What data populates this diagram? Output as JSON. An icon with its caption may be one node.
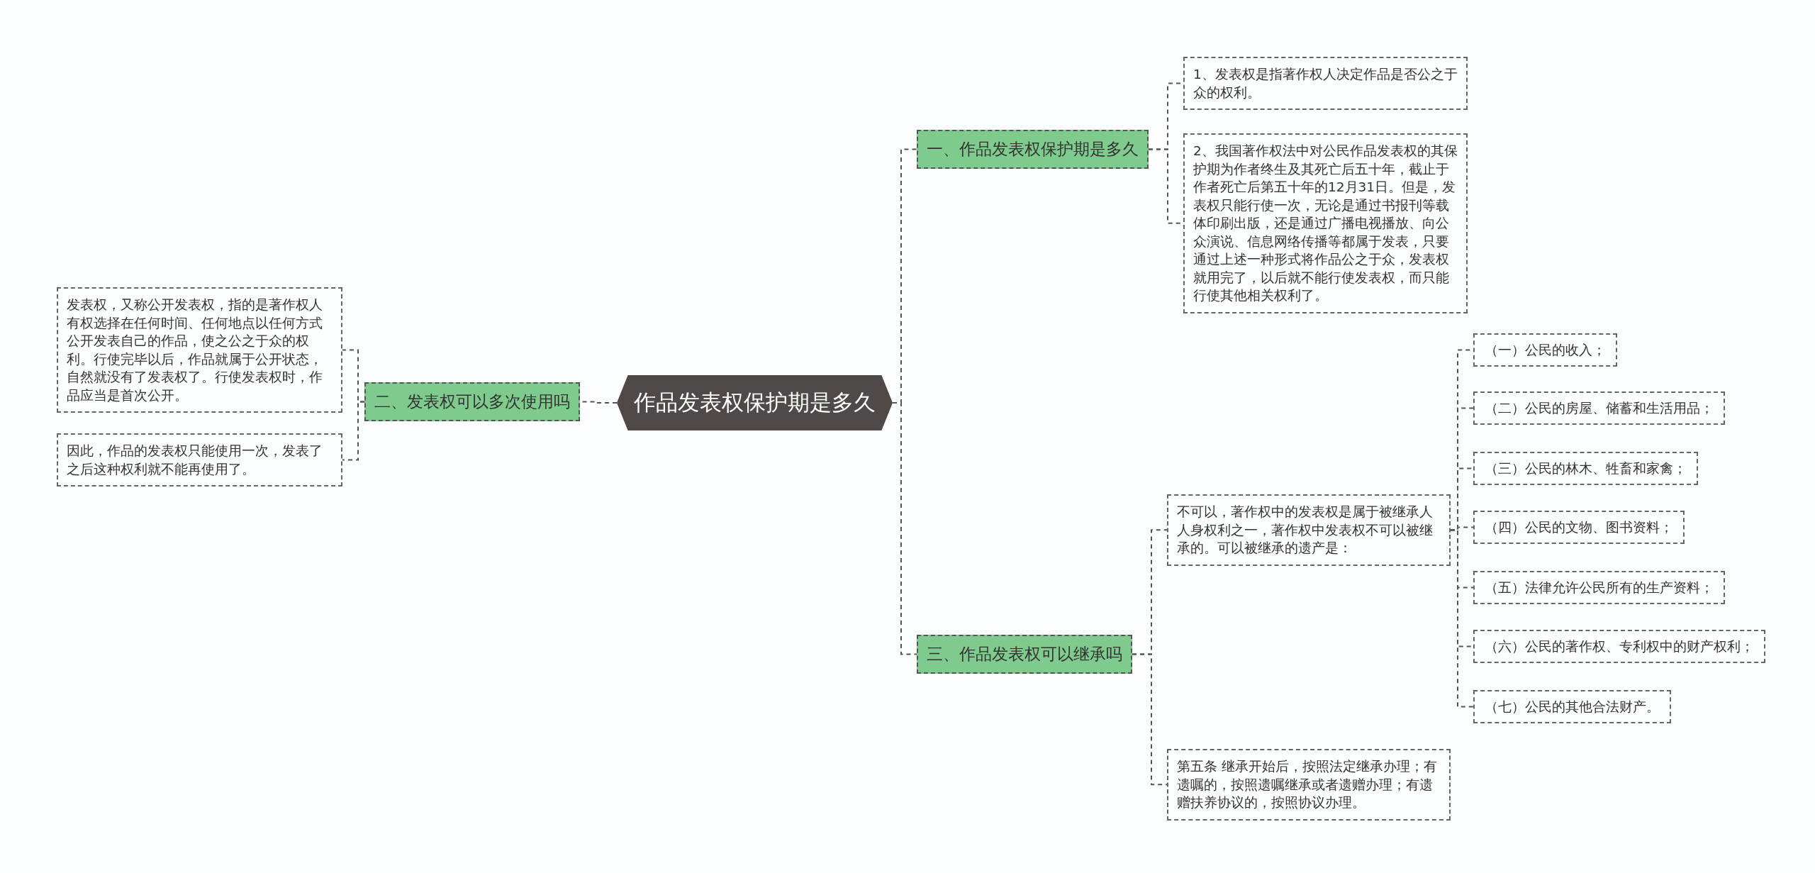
{
  "diagram": {
    "nodes": [
      {
        "text": [
          "作品发表权保护期是多久"
        ]
      },
      {
        "text": [
          "一、作品发表权保护期是多久"
        ]
      },
      {
        "text": [
          "1、发表权是指著作权人决定作品是否公之于众的权利。"
        ]
      },
      {
        "text": [
          "2、我国著作权法中对公民作品发表权的其保护期为作者终生及其死亡后五十年，截止于作者死亡后第五十年的12月31日。但是，发表权只能行使一次，无论是通过书报刊等载体印刷出版，还是通过广播电视播放、向公众演说、信息网络传播等都属于发表，只要通过上述一种形式将作品公之于众，发表权就用完了，以后就不能行使发表权，而只能行使其他相关权利了。"
        ]
      },
      {
        "text": [
          "二、发表权可以多次使用吗"
        ]
      },
      {
        "text": [
          "发表权，又称公开发表权，指的是著作权人有权选择在任何时间、任何地点以任何方式公开发表自己的作品，使之公之于众的权利。行使完毕以后，作品就属于公开状态，自然就没有了发表权了。行使发表权时，作品应当是首次公开。"
        ]
      },
      {
        "text": [
          "因此，作品的发表权只能使用一次，发表了之后这种权利就不能再使用了。"
        ]
      },
      {
        "text": [
          "三、作品发表权可以继承吗"
        ]
      },
      {
        "text": [
          "不可以，著作权中的发表权是属于被继承人人身权利之一，著作权中发表权不可以被继承的。可以被继承的遗产是："
        ]
      },
      {
        "text": [
          "（一）公民的收入；"
        ]
      },
      {
        "text": [
          "（二）公民的房屋、储蓄和生活用品；"
        ]
      },
      {
        "text": [
          "（三）公民的林木、牲畜和家禽；"
        ]
      },
      {
        "text": [
          "（四）公民的文物、图书资料；"
        ]
      },
      {
        "text": [
          "（五）法律允许公民所有的生产资料；"
        ]
      },
      {
        "text": [
          "（六）公民的著作权、专利权中的财产权利；"
        ]
      },
      {
        "text": [
          "（七）公民的其他合法财产。"
        ]
      },
      {
        "text": [
          "第五条 继承开始后，按照法定继承办理；有遗嘱的，按照遗嘱继承或者遗赠办理；有遗赠扶养协议的，按照协议办理。"
        ]
      }
    ],
    "edges": [
      {
        "from": 0,
        "to": 1,
        "arrow": "none",
        "style": "dashed"
      },
      {
        "from": 1,
        "to": 2,
        "arrow": "none",
        "style": "dashed"
      },
      {
        "from": 1,
        "to": 3,
        "arrow": "none",
        "style": "dashed"
      },
      {
        "from": 0,
        "to": 4,
        "arrow": "none",
        "style": "dashed"
      },
      {
        "from": 4,
        "to": 5,
        "arrow": "none",
        "style": "dashed"
      },
      {
        "from": 4,
        "to": 6,
        "arrow": "none",
        "style": "dashed"
      },
      {
        "from": 0,
        "to": 7,
        "arrow": "none",
        "style": "dashed"
      },
      {
        "from": 7,
        "to": 8,
        "arrow": "none",
        "style": "dashed"
      },
      {
        "from": 8,
        "to": 9,
        "arrow": "none",
        "style": "dashed"
      },
      {
        "from": 8,
        "to": 10,
        "arrow": "none",
        "style": "dashed"
      },
      {
        "from": 8,
        "to": 11,
        "arrow": "none",
        "style": "dashed"
      },
      {
        "from": 8,
        "to": 12,
        "arrow": "none",
        "style": "dashed"
      },
      {
        "from": 8,
        "to": 13,
        "arrow": "none",
        "style": "dashed"
      },
      {
        "from": 8,
        "to": 14,
        "arrow": "none",
        "style": "dashed"
      },
      {
        "from": 8,
        "to": 15,
        "arrow": "none",
        "style": "dashed"
      },
      {
        "from": 7,
        "to": 16,
        "arrow": "none",
        "style": "dashed"
      }
    ]
  }
}
